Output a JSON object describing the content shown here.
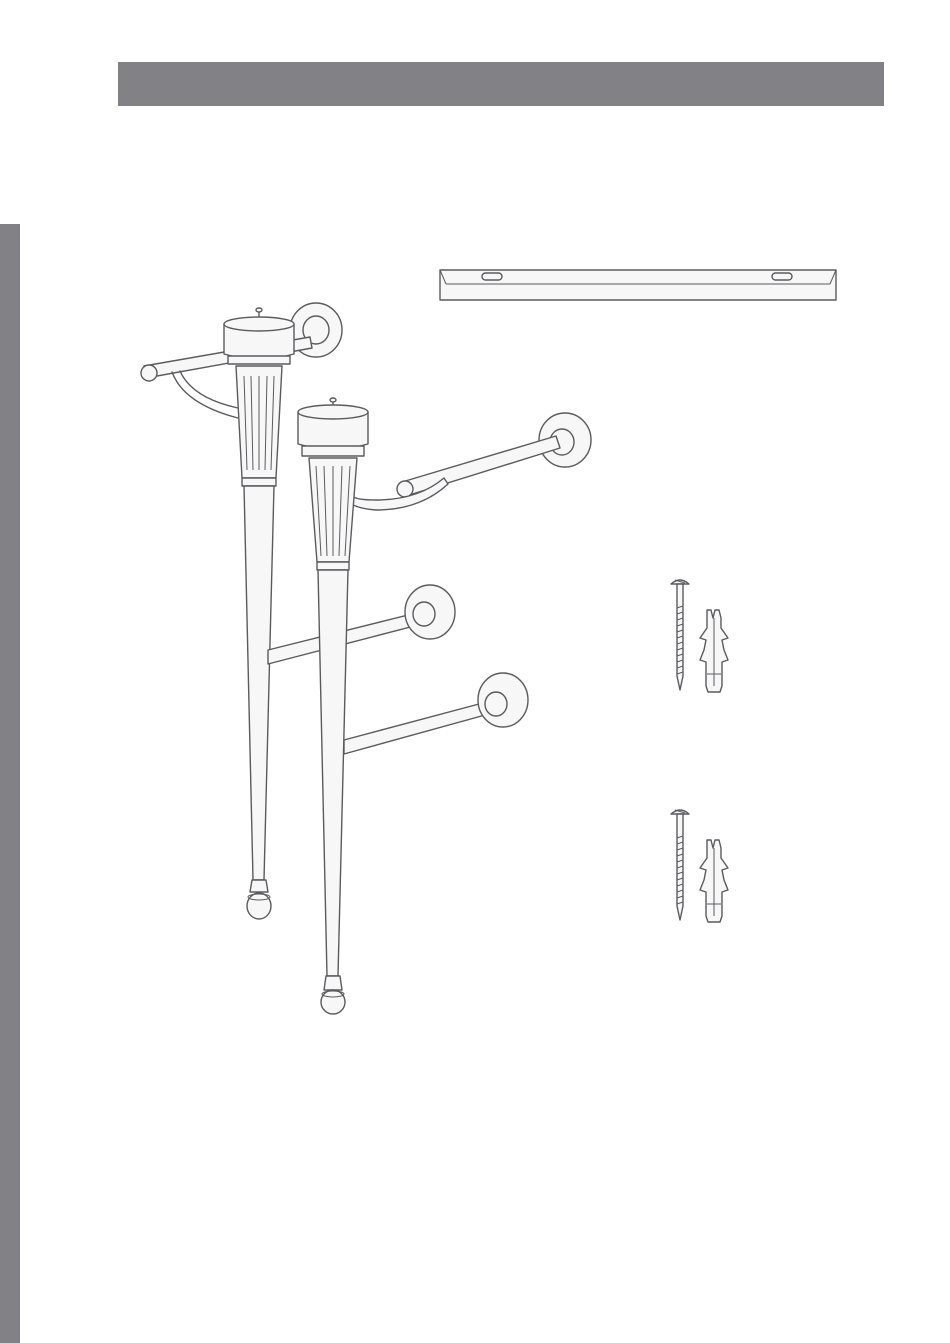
{
  "colors": {
    "bar": "#818186",
    "line": "#5b5b5f",
    "part_fill": "#f7f7f7",
    "background": "#ffffff"
  },
  "parts": [
    {
      "name": "wall-bracket",
      "count": 1
    },
    {
      "name": "leg-with-towel-rail",
      "count": 2
    },
    {
      "name": "wall-screw-and-plug",
      "count": 2
    }
  ]
}
